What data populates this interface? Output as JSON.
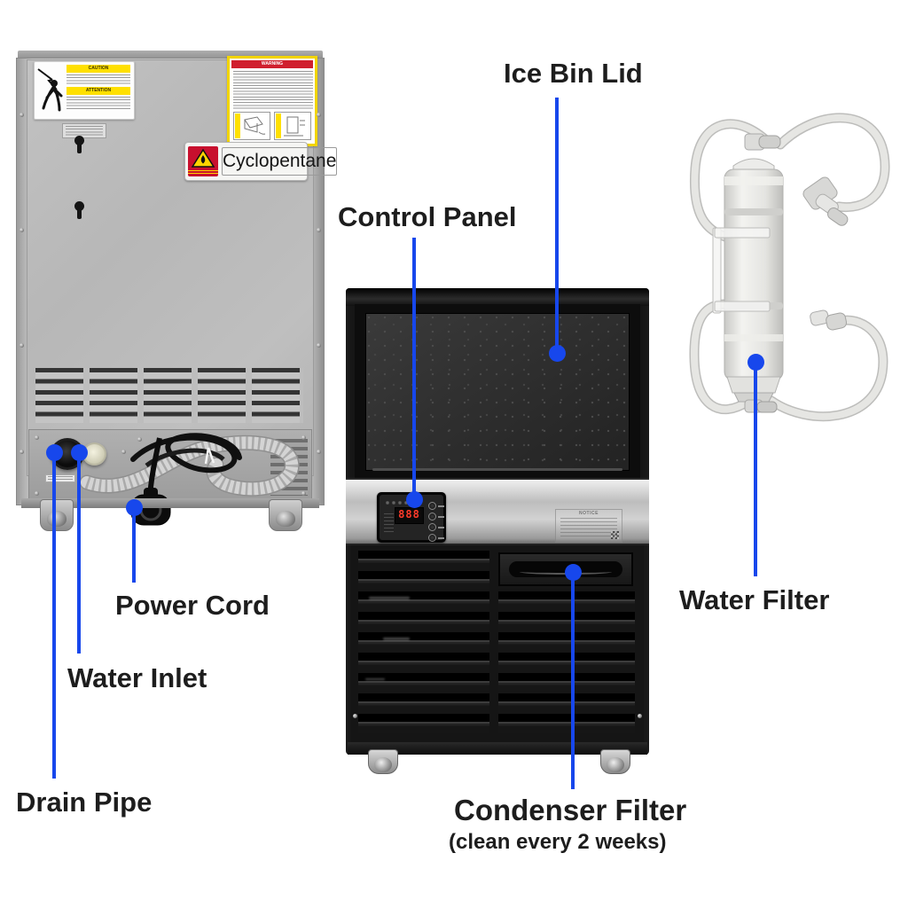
{
  "colors": {
    "accent": "#1747ec",
    "warning_yellow": "#ffe000",
    "danger_red": "#c8102e"
  },
  "callouts": {
    "ice_bin_lid": "Ice Bin Lid",
    "control_panel": "Control Panel",
    "water_filter": "Water Filter",
    "power_cord": "Power Cord",
    "water_inlet": "Water Inlet",
    "drain_pipe": "Drain Pipe",
    "condenser_filter": "Condenser Filter",
    "condenser_filter_note": "(clean every 2 weeks)"
  },
  "back_unit": {
    "caution_sticker": {
      "caution": "CAUTION",
      "attention": "ATTENTION"
    },
    "warning_sticker": {
      "title": "WARNING"
    },
    "cyclopentane_sticker": {
      "text": "Cyclopentane"
    }
  },
  "front_unit": {
    "control_panel": {
      "display": "888"
    },
    "notice_sticker": {
      "title": "NOTICE"
    }
  }
}
